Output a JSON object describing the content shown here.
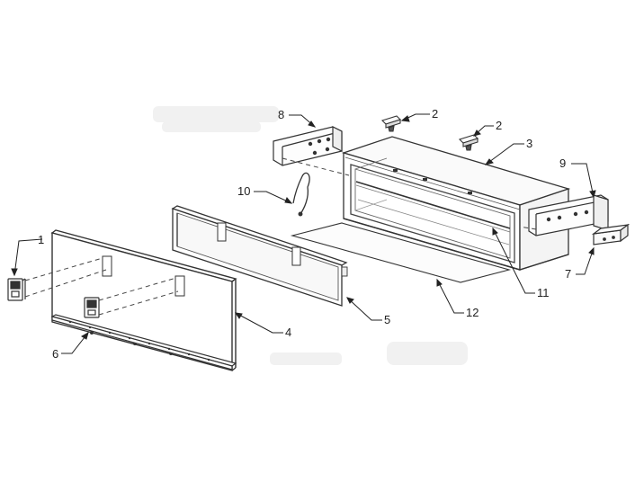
{
  "diagram": {
    "type": "exploded-assembly",
    "callouts": [
      {
        "id": "c1",
        "label": "1"
      },
      {
        "id": "c2a",
        "label": "2"
      },
      {
        "id": "c2b",
        "label": "2"
      },
      {
        "id": "c3",
        "label": "3"
      },
      {
        "id": "c4",
        "label": "4"
      },
      {
        "id": "c5",
        "label": "5"
      },
      {
        "id": "c6",
        "label": "6"
      },
      {
        "id": "c7",
        "label": "7"
      },
      {
        "id": "c8",
        "label": "8"
      },
      {
        "id": "c9",
        "label": "9"
      },
      {
        "id": "c10",
        "label": "10"
      },
      {
        "id": "c11",
        "label": "11"
      },
      {
        "id": "c12",
        "label": "12"
      }
    ]
  }
}
